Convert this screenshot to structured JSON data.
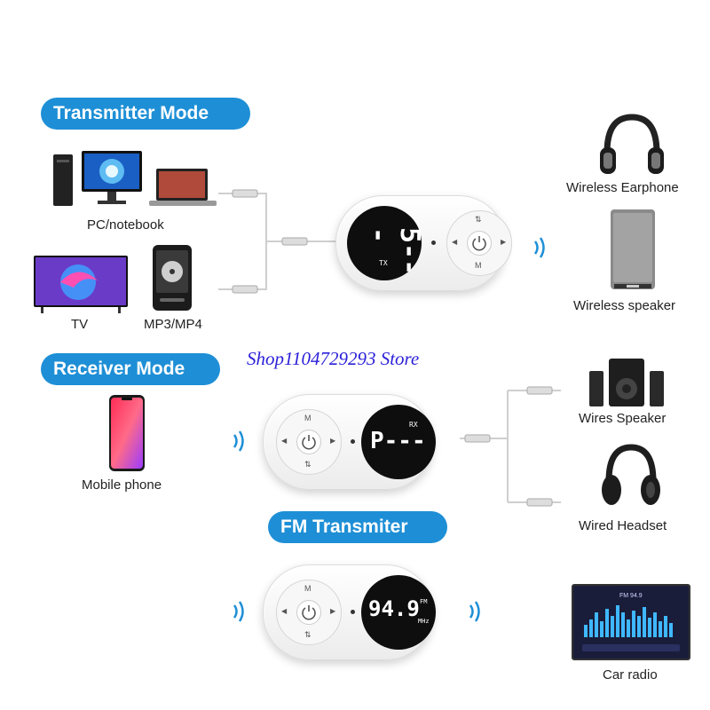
{
  "modes": {
    "transmitter": "Transmitter Mode",
    "receiver": "Receiver Mode",
    "fm": "FM Transmiter"
  },
  "sources": {
    "pc": "PC/notebook",
    "tv": "TV",
    "mp3": "MP3/MP4",
    "mobile": "Mobile phone"
  },
  "outputs": {
    "wireless_earphone": "Wireless Earphone",
    "wireless_speaker": "Wireless speaker",
    "wires_speaker": "Wires Speaker",
    "wired_headset": "Wired Headset",
    "car_radio": "Car radio"
  },
  "displays": {
    "tx_main": "5---",
    "tx_small": "TX",
    "rx_main": "P---",
    "rx_small": "RX",
    "fm_main": "94.9",
    "fm_small": "FM",
    "fm_unit": "MHz"
  },
  "car_screen_text": "FM 94.9",
  "watermark": "Shop1104729293 Store",
  "colors": {
    "accent": "#1e8fd6",
    "watermark": "#2a1fd8"
  },
  "icons": [
    "wave-icon",
    "power-icon",
    "cable-icon",
    "headphones-icon",
    "speaker-icon",
    "phone-icon"
  ]
}
